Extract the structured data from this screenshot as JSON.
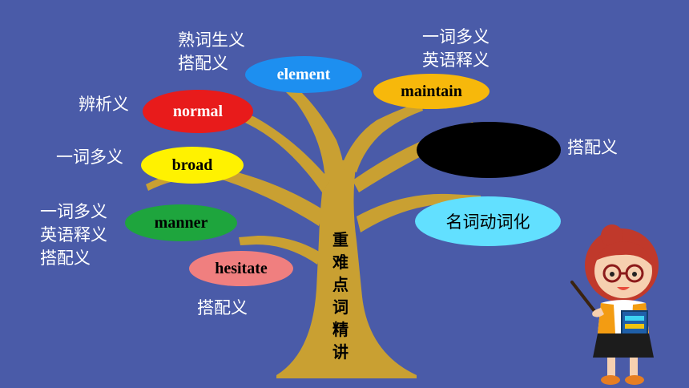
{
  "colors": {
    "background": "#4a5ba8",
    "tree": "#c9a032",
    "blue_node": "#1d8ff0",
    "orange_node": "#f7b80b",
    "red_node": "#e81b1b",
    "yellow_node": "#fff200",
    "green_node": "#1ea53d",
    "pink_node": "#f07f7f",
    "cyan_node": "#62e0ff",
    "black_node": "#000000"
  },
  "trunk": {
    "title": "重难点词精讲"
  },
  "nodes": {
    "element": {
      "word": "element",
      "note": "熟词生义\n搭配义"
    },
    "maintain": {
      "word": "maintain",
      "note": "一词多义\n英语释义"
    },
    "normal": {
      "word": "normal",
      "note": "辨析义"
    },
    "broad": {
      "word": "broad",
      "note": "一词多义"
    },
    "hidden": {
      "word": "",
      "note": "搭配义"
    },
    "noun_verb": {
      "word": "名词动词化"
    },
    "manner": {
      "word": "manner",
      "note": "一词多义\n英语释义\n搭配义"
    },
    "hesitate": {
      "word": "hesitate",
      "note": "搭配义"
    }
  },
  "icons": {
    "teacher": "teacher-with-book-and-pointer-icon"
  }
}
